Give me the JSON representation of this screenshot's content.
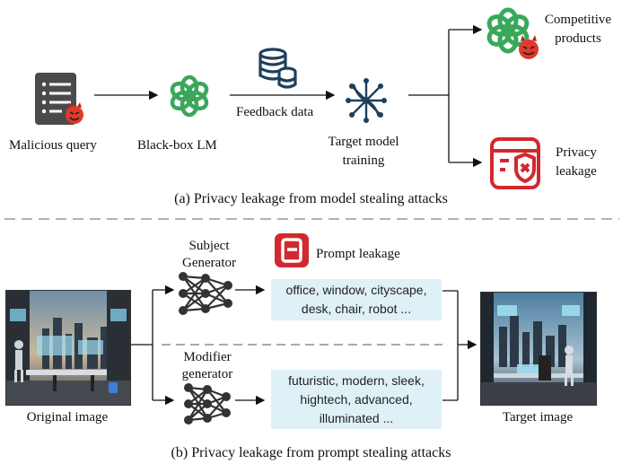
{
  "part_a": {
    "caption": "(a) Privacy leakage from model stealing attacks",
    "malicious_query": "Malicious query",
    "blackbox_lm": "Black-box LM",
    "feedback_data": "Feedback data",
    "target_training_line1": "Target model",
    "target_training_line2": "training",
    "competitive_line1": "Competitive",
    "competitive_line2": "products",
    "privacy_line1": "Privacy",
    "privacy_line2": "leakage"
  },
  "part_b": {
    "caption": "(b) Privacy leakage from prompt stealing attacks",
    "subject_line1": "Subject",
    "subject_line2": "Generator",
    "modifier_line1": "Modifier",
    "modifier_line2": "generator",
    "prompt_leakage": "Prompt leakage",
    "subject_words_line1": "office, window, cityscape,",
    "subject_words_line2": "desk, chair, robot ...",
    "modifier_words_line1": "futuristic, modern, sleek,",
    "modifier_words_line2": "hightech, advanced,",
    "modifier_words_line3": "illuminated ...",
    "original_image": "Original image",
    "target_image": "Target image"
  },
  "colors": {
    "openai_green": "#3aa85a",
    "devil_red": "#e03a2c",
    "leak_red": "#d3282d",
    "db_navy": "#1f3f5c",
    "text_box_bg": "#dff0f7"
  },
  "icons": [
    "document-icon",
    "devil-icon",
    "openai-logo-icon",
    "database-icon",
    "neural-network-icon",
    "privacy-leakage-icon",
    "prompt-leakage-icon"
  ]
}
